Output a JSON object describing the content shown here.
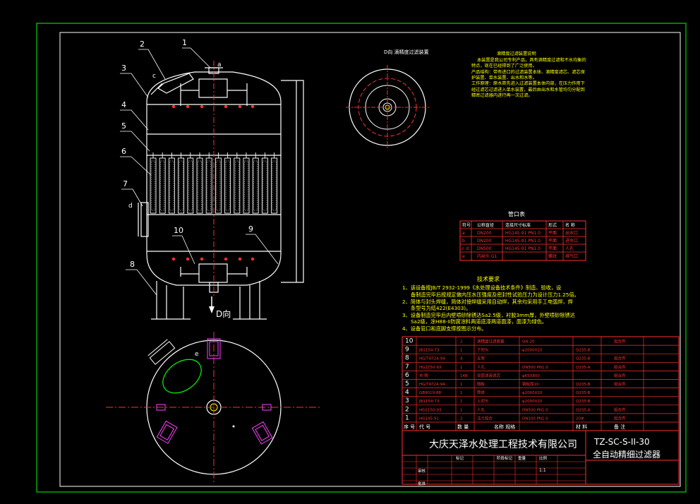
{
  "callouts": {
    "c1": "1",
    "c2": "2",
    "c3": "3",
    "c4": "4",
    "c5": "5",
    "c6": "6",
    "c7": "7",
    "c8": "8",
    "c9": "9",
    "c10": "10",
    "a": "a",
    "c": "c",
    "d": "d",
    "e": "e"
  },
  "labels": {
    "view_d": "D向",
    "view_d_title": "D向  滴精度过滤装置"
  },
  "description": {
    "title": "滴精度过滤装置说明",
    "lines": [
      "本装置是我公司专利产品，具有滴精度过滤和不水均衡的",
      "特点，现在已经得到了广泛使用。",
      "产品结构：带有进口的过滤装置本体、滴精度滤芯、滤芯保",
      "护装置、单水装置、出水和水等。",
      "工作原理：原水首先进入过滤装置本体内部，在压力作用下",
      "经过滤芯过滤进入单水装置，最后由出水和水管均匀分配到",
      "精密过滤器内进行再一次过滤。"
    ]
  },
  "nozzle_table": {
    "title": "管口表",
    "headers": [
      "符号",
      "公称直径",
      "连接尺寸标准",
      "形式",
      "名 称"
    ],
    "rows": [
      [
        "a",
        "DN200",
        "HG145-91 PN1.0",
        "平面",
        "出水口"
      ],
      [
        "b",
        "DN200",
        "HG145-91 PN1.0",
        "平面",
        "进水口"
      ],
      [
        "c d",
        "DN500",
        "HG145-91 PN1.0",
        "平面",
        "人孔"
      ],
      [
        "e",
        "内丝头 G1",
        "",
        "螺纹",
        "排气口"
      ]
    ]
  },
  "tech_requirements": {
    "title": "技术要求",
    "lines": [
      "1、该设备按JB/T 2932-1999《水处理设备技术条件》制造、验收，设",
      "备制造完毕后按规定做内压水压强度及密封性试验压力为设计压力1.25倍。",
      "2、简体与封头焊缝，简体对接焊缝采用自动焊，其余均采用手工电弧焊，焊",
      "条型号为结422(E4303)。",
      "3、设备制造完毕后内壁喷砂除锈达Sa2.5级，衬胶3mm厚，外壁喷砂除锈达",
      "Sa2级，涂H88-II防腐涂料两道底漆两道面漆，面漆为绿色。",
      "4、设备管口和底脚支撑按图示分布。"
    ]
  },
  "parts_list": {
    "header": [
      "序 号",
      "代 号",
      "数 量",
      "名称 规格",
      "",
      "材 料",
      "",
      "备 注"
    ],
    "rows": [
      [
        "10",
        "",
        "2",
        "滴精度过滤装置",
        "QH-20",
        "",
        "组合件"
      ],
      [
        "9",
        "JB1154-73",
        "1",
        "下封头",
        "φ2000X10",
        "Q235-B",
        ""
      ],
      [
        "8",
        "HG/T4724-94",
        "4",
        "支架",
        "",
        "Q235-B",
        "组合件"
      ],
      [
        "7",
        "HG2150-93",
        "1",
        "人孔",
        "DN500 PN1.0",
        "Q235-A",
        "组合件"
      ],
      [
        "6",
        "市 购",
        "148",
        "双层滤液滤芯",
        "φ65X800",
        "",
        "组合件"
      ],
      [
        "5",
        "HG/T4724-94",
        "1",
        "隔板",
        "钢板厚10",
        "Q235-B",
        "组合件"
      ],
      [
        "4",
        "GB9019-88",
        "1",
        "筒体",
        "φ2000X10",
        "Q235-B",
        ""
      ],
      [
        "3",
        "JB1154-73",
        "1",
        "上封头",
        "φ2000X10",
        "Q235-B",
        ""
      ],
      [
        "2",
        "HG2150-93",
        "1",
        "人孔",
        "DN500 PN1.0",
        "Q235-A",
        "组合件"
      ],
      [
        "1",
        "HG145-91",
        "2",
        "法兰组合",
        "DN100 PN1.0",
        "20#",
        "组合件"
      ]
    ]
  },
  "title_block": {
    "company": "大庆天泽水处理工程技术有限公司",
    "drawing_no": "TZ-SC-S-II-30",
    "drawing_title": "全自动精细过滤器",
    "scale": "1:1",
    "labels": [
      "标记",
      "阶段标记",
      "重量",
      "比例",
      "审核",
      "批准"
    ]
  }
}
